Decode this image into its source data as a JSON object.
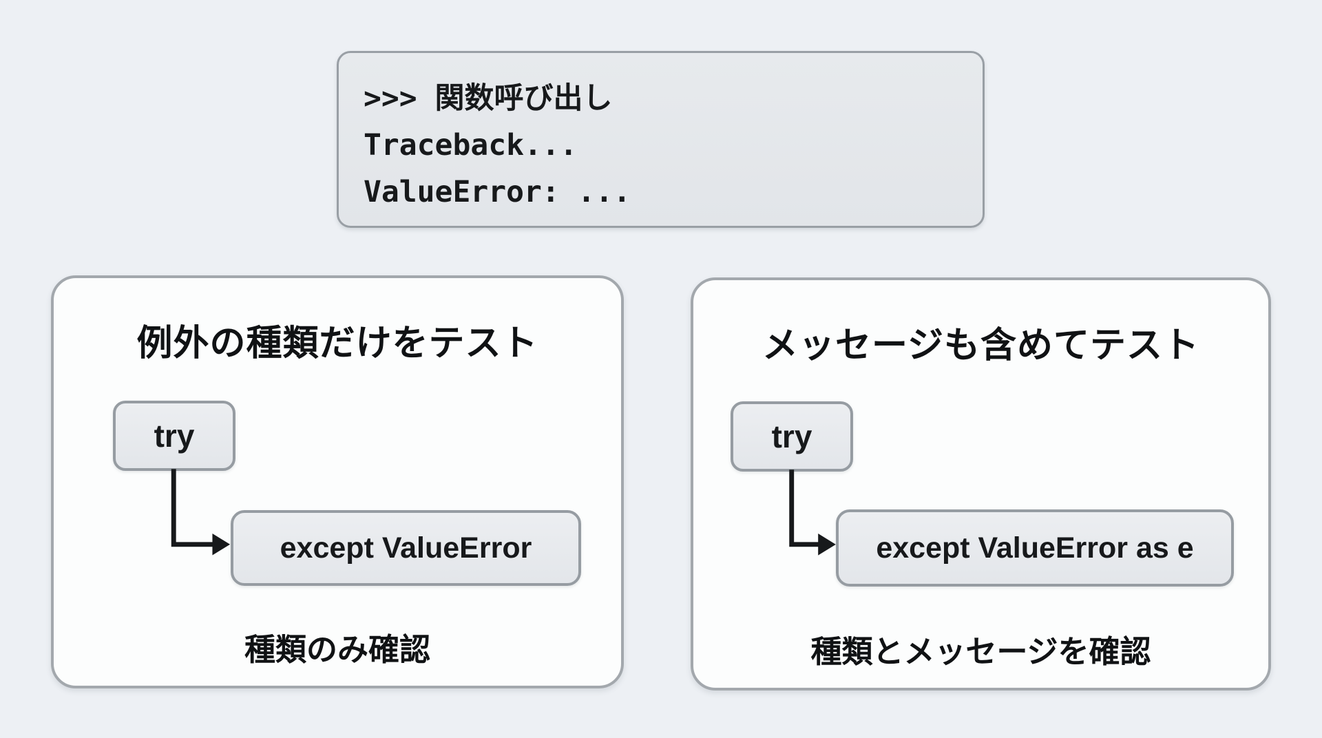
{
  "code_box": {
    "lines": [
      ">>> 関数呼び出し",
      "Traceback...",
      "ValueError: ..."
    ]
  },
  "panels": [
    {
      "title": "例外の種類だけをテスト",
      "try_label": "try",
      "except_label": "except ValueError",
      "caption": "種類のみ確認"
    },
    {
      "title": "メッセージも含めてテスト",
      "try_label": "try",
      "except_label": "except ValueError as e",
      "caption": "種類とメッセージを確認"
    }
  ],
  "colors": {
    "page_background": "#edf0f4",
    "code_box_fill": "#e4e7ea",
    "panel_fill": "#fcfdfd",
    "node_fill": "#e7eaed",
    "border": "#9aa0a6",
    "text": "#17191b"
  }
}
